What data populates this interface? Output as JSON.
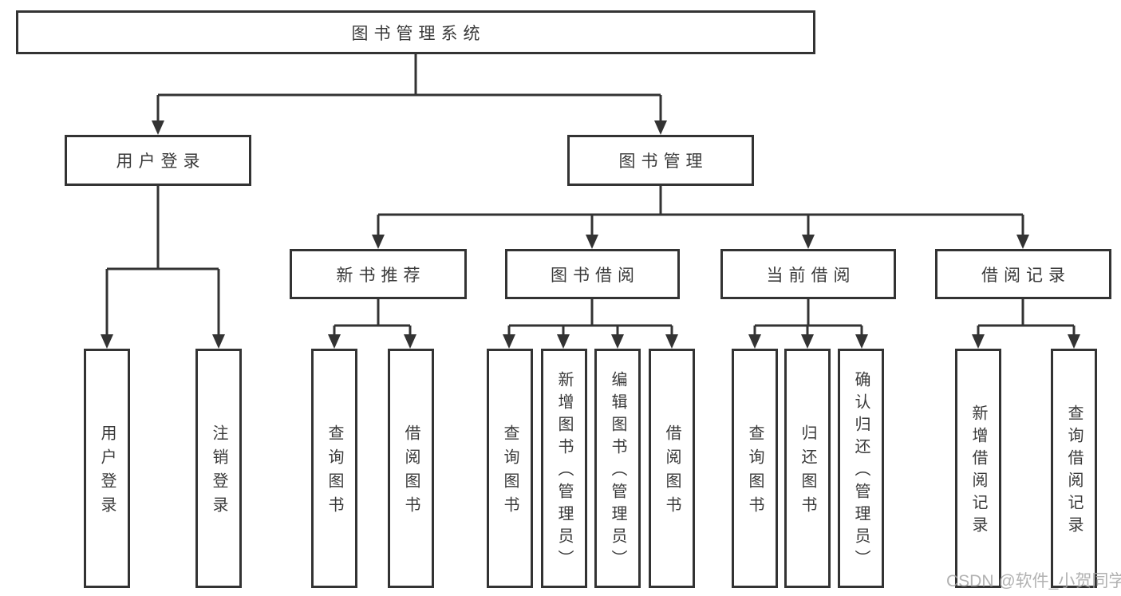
{
  "tree": {
    "root": "图书管理系统",
    "branches": [
      {
        "label": "用户登录",
        "children": [
          "用户登录",
          "注销登录"
        ]
      },
      {
        "label": "图书管理",
        "groups": [
          {
            "label": "新书推荐",
            "children": [
              "查询图书",
              "借阅图书"
            ]
          },
          {
            "label": "图书借阅",
            "children": [
              "查询图书",
              "新增图书（管理员）",
              "编辑图书（管理员）",
              "借阅图书"
            ]
          },
          {
            "label": "当前借阅",
            "children": [
              "查询图书",
              "归还图书",
              "确认归还（管理员）"
            ]
          },
          {
            "label": "借阅记录",
            "children": [
              "新增借阅记录",
              "查询借阅记录"
            ]
          }
        ]
      }
    ]
  },
  "watermark": {
    "text": "CSDN @软件_小贺同学"
  },
  "colors": {
    "line": "#333333",
    "text": "#3a3a3a",
    "background": "#ffffff",
    "watermark": "#a5a5a5"
  }
}
